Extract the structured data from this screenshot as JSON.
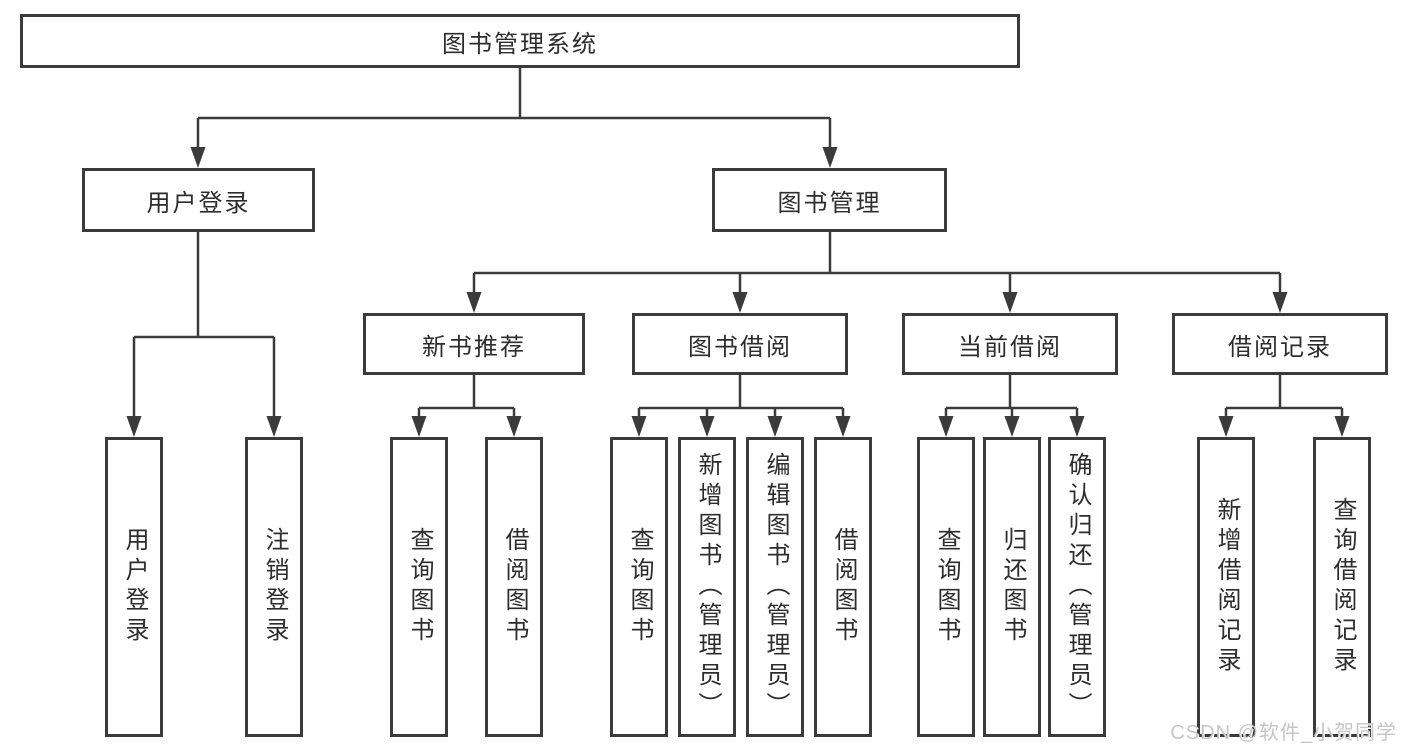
{
  "diagram": {
    "type": "hierarchy",
    "tree": {
      "label": "图书管理系统",
      "children": [
        {
          "label": "用户登录",
          "children": [
            {
              "label": "用户登录"
            },
            {
              "label": "注销登录"
            }
          ]
        },
        {
          "label": "图书管理",
          "children": [
            {
              "label": "新书推荐",
              "children": [
                {
                  "label": "查询图书"
                },
                {
                  "label": "借阅图书"
                }
              ]
            },
            {
              "label": "图书借阅",
              "children": [
                {
                  "label": "查询图书"
                },
                {
                  "label": "新增图书（管理员）"
                },
                {
                  "label": "编辑图书（管理员）"
                },
                {
                  "label": "借阅图书"
                }
              ]
            },
            {
              "label": "当前借阅",
              "children": [
                {
                  "label": "查询图书"
                },
                {
                  "label": "归还图书"
                },
                {
                  "label": "确认归还（管理员）"
                }
              ]
            },
            {
              "label": "借阅记录",
              "children": [
                {
                  "label": "新增借阅记录"
                },
                {
                  "label": "查询借阅记录"
                }
              ]
            }
          ]
        }
      ]
    },
    "colors": {
      "line": "#3b3b3b",
      "box_border": "#3b3b3b",
      "text": "#2d2d2d",
      "background": "#ffffff",
      "watermark": "#c6c6c6"
    }
  },
  "watermark": {
    "text": "CSDN @软件_小贺同学"
  }
}
